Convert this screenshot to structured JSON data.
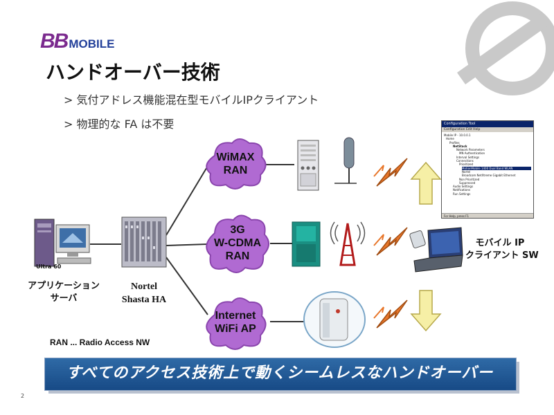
{
  "header": {
    "logo_bb": "BB",
    "logo_mobile": "MOBILE",
    "title": "ハンドオーバー技術"
  },
  "bullets": [
    "> 気付アドレス機能混在型モバイルIPクライアント",
    "> 物理的な FA は不要"
  ],
  "networks": [
    {
      "label_line1": "WiMAX",
      "label_line2": "RAN",
      "label_line3": ""
    },
    {
      "label_line1": "3G",
      "label_line2": "W-CDMA",
      "label_line3": "RAN"
    },
    {
      "label_line1": "Internet",
      "label_line2": "WiFi AP",
      "label_line3": ""
    }
  ],
  "nodes": {
    "server_model": "Ultra 60",
    "server_label_line1": "アプリケーション",
    "server_label_line2": "サーバ",
    "nortel_line1": "Nortel",
    "nortel_line2": "Shasta HA",
    "client_line1": "モバイル IP",
    "client_line2": "クライアント SW"
  },
  "config_window": {
    "title": "Configuration Tool",
    "menu": "Configuration  Edit  Help",
    "tree": [
      "Mobile IP - 10.0.0.1",
      "Home",
      "Profiles",
      "NetStack",
      "Network Parameters",
      "MN Authentication",
      "Interval Settings",
      "Connections",
      "Prioritized",
      "MotionMobile 1400 Dual Band WLAN",
      "Nortel",
      "Broadcom NetXtreme Gigabit Ethernet",
      "Non Prioritized",
      "Suppressed",
      "Audio Settings",
      "Notifications",
      "Run Settings"
    ],
    "selected_index": 9,
    "status": "For Help, press F1"
  },
  "footnote": "RAN ... Radio Access NW",
  "banner": "すべてのアクセス技術上で動くシームレスなハンドオーバー",
  "page_number": "2",
  "colors": {
    "cloud": "#b06ad2",
    "banner": "#1f5a96",
    "arrow": "#f6efa6",
    "lightning": "#e8762a"
  }
}
